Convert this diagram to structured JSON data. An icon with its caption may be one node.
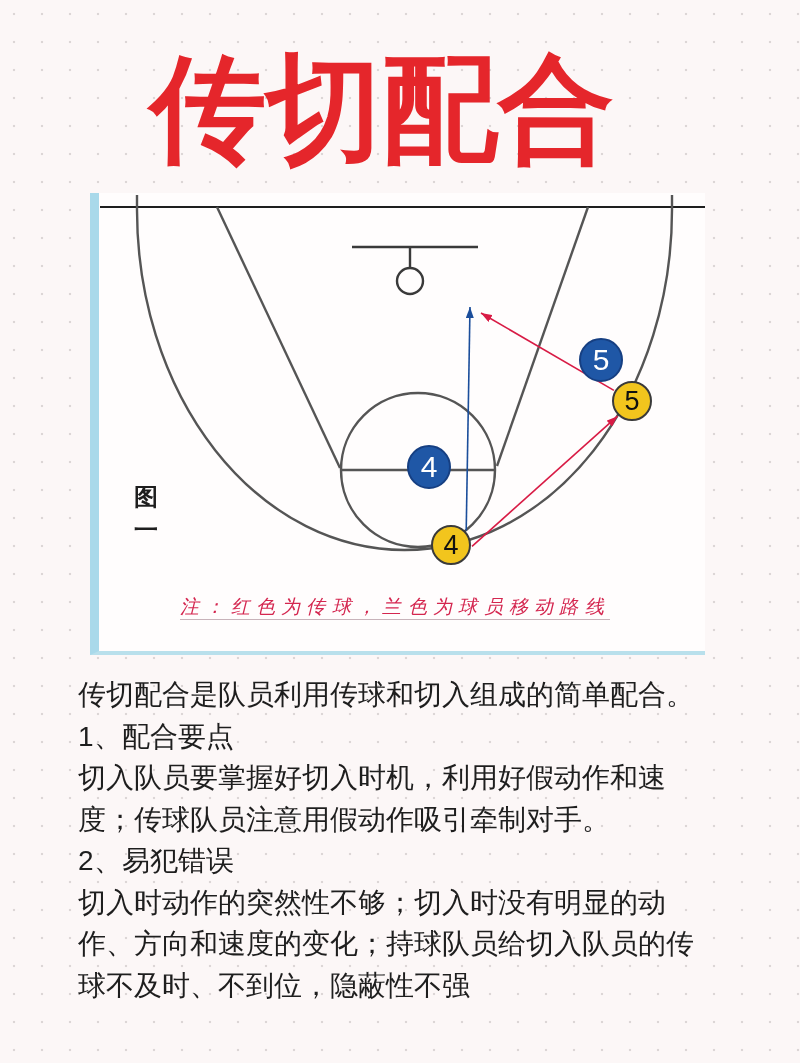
{
  "diagram": {
    "title": "传切配合",
    "nodes": [
      {
        "text": [
          "5"
        ]
      },
      {
        "text": [
          "5"
        ]
      },
      {
        "text": [
          "4"
        ]
      },
      {
        "text": [
          "4"
        ]
      }
    ],
    "edges": [
      {
        "from": 3,
        "to": 1,
        "arrow": "to",
        "color": "#d81b45"
      },
      {
        "from": 1,
        "to": null,
        "arrow": "to",
        "color": "#d81b45"
      },
      {
        "from": 3,
        "to": null,
        "arrow": "to",
        "color": "#1b4e9b"
      }
    ],
    "labels": [
      "图一",
      "注：红色为传球，兰色为球员移动路线",
      "传切配合是队员利用传球和切入组成的简单配合。",
      "1、配合要点",
      "切入队员要掌握好切入时机，利用好假动作和速度；传球队员注意用假动作吸引牵制对手。",
      "2、易犯错误",
      "切入时动作的突然性不够；切入时没有明显的动作、方向和速度的变化；持球队员给切入队员的传球不及时、不到位，隐蔽性不强"
    ]
  }
}
